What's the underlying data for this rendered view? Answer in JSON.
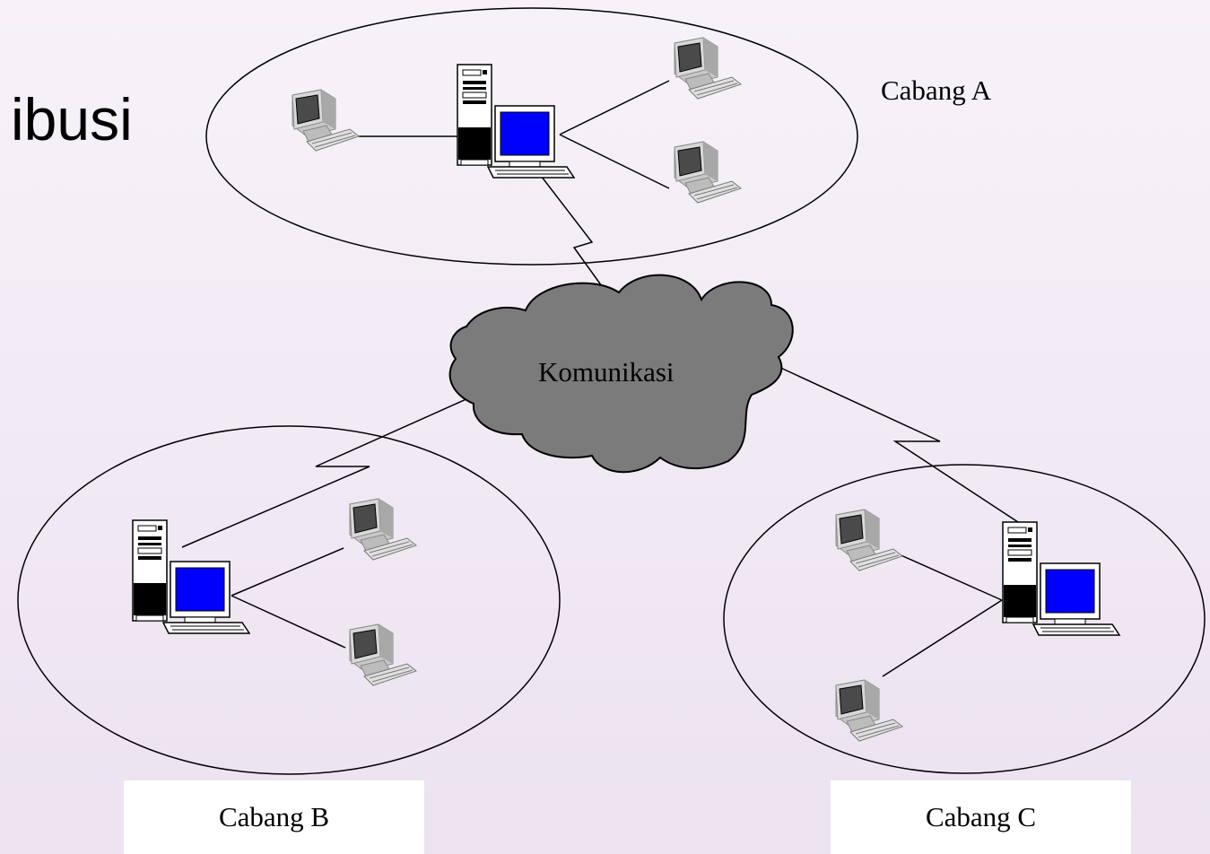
{
  "slide": {
    "title_fragment": "ibusi"
  },
  "network": {
    "cloud_label": "Komunikasi",
    "branches": [
      {
        "id": "a",
        "label": "Cabang A"
      },
      {
        "id": "b",
        "label": "Cabang B"
      },
      {
        "id": "c",
        "label": "Cabang C"
      }
    ]
  },
  "colors": {
    "cloud_fill": "#7b7b7b",
    "screen_fill": "#0000ff",
    "workstation_fill": "#c8c8c8",
    "background": "#f2ebf5"
  }
}
